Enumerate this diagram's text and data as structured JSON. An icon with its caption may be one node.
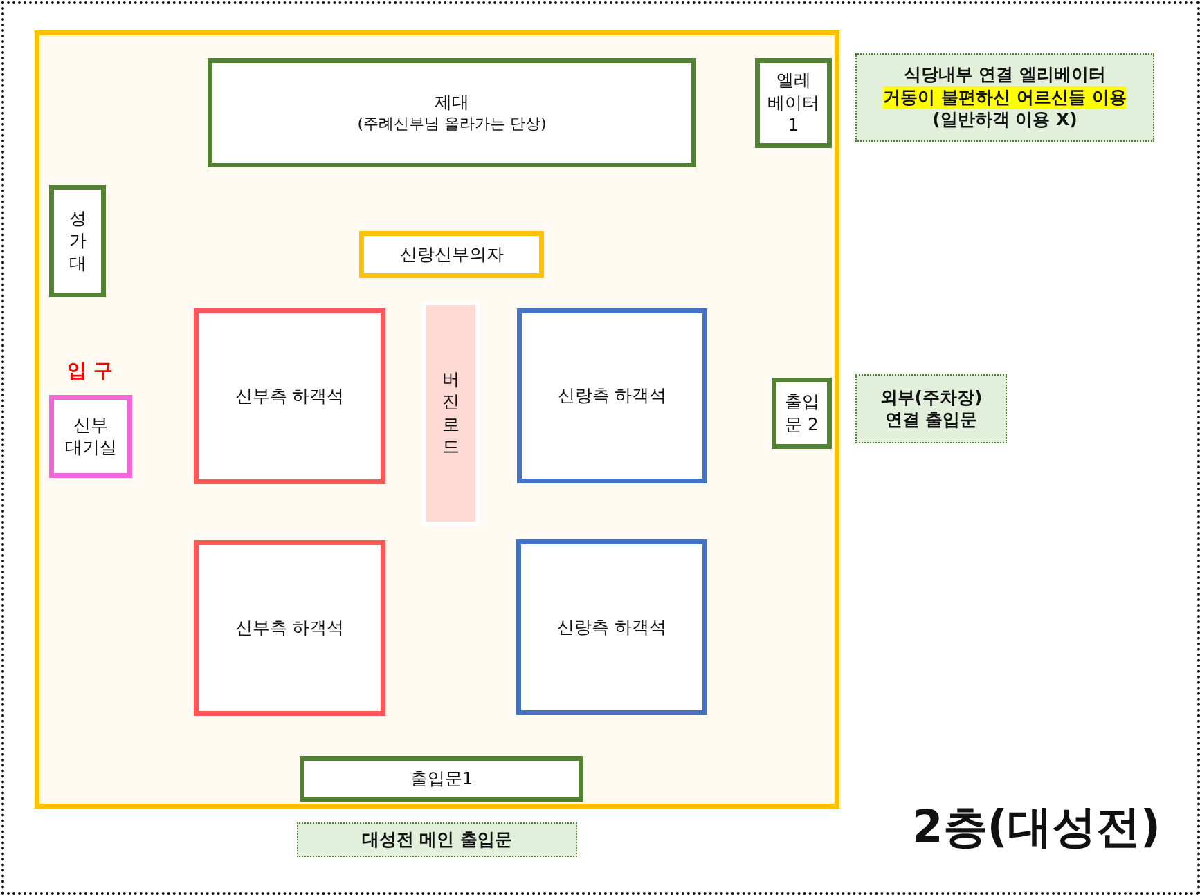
{
  "diagram": {
    "title": "2층(대성전)",
    "nodes": [
      {
        "text": [],
        "shape": "box"
      },
      {
        "text": [
          "제대",
          "(주례신부님 올라가는 단상)"
        ],
        "in": 0
      },
      {
        "text": [
          "엘레 베이터 1"
        ],
        "in": 0
      },
      {
        "text": [
          "성 가 대"
        ],
        "in": 0
      },
      {
        "text": [
          "신랑신부의자"
        ],
        "in": 0
      },
      {
        "text": [
          "신부 대기실"
        ],
        "in": 0,
        "beside": [
          "입 구"
        ]
      },
      {
        "text": [
          "신부측 하객석"
        ],
        "in": 0
      },
      {
        "text": [
          "버 진 로 드"
        ],
        "in": 0
      },
      {
        "text": [
          "신랑측 하객석"
        ],
        "in": 0
      },
      {
        "text": [
          "출입 문 2"
        ],
        "in": 0
      },
      {
        "text": [
          "신부측 하객석"
        ],
        "in": 0
      },
      {
        "text": [
          "신랑측 하객석"
        ],
        "in": 0
      },
      {
        "text": [
          "출입문1"
        ],
        "in": 0
      },
      {
        "text": [
          "식당내부 연결 엘리베이터",
          "거동이 불편하신 어르신들 이용",
          "(일반하객 이용 X)"
        ]
      },
      {
        "text": [
          "외부(주차장) 연결 출입문"
        ]
      },
      {
        "text": [
          "대성전 메인 출입문"
        ]
      }
    ]
  }
}
